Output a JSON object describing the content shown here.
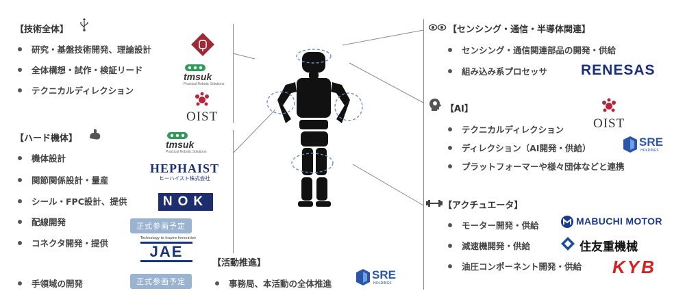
{
  "tech": {
    "heading": "【技術全体】",
    "icon": "usb-icon",
    "items": [
      "研究・基盤技術開発、理論設計",
      "全体構想・試作・検証リード",
      "テクニカルディレクション"
    ]
  },
  "hard": {
    "heading": "【ハード機体】",
    "icon": "arm-icon",
    "items": [
      "機体設計",
      "関節関係設計・量産",
      "シール・FPC設計、提供",
      "配線開発",
      "コネクタ開発・提供",
      "手領域の開発"
    ]
  },
  "badges": [
    "正式参画予定",
    "正式参画予定"
  ],
  "activity": {
    "heading": "【活動推進】",
    "items": [
      "事務局、本活動の全体推進"
    ]
  },
  "sensing": {
    "heading": "【センシング・通信・半導体関連】",
    "icon": "eyes-icon",
    "items": [
      "センシング・通信関連部品の開発・供給",
      "組み込み系プロセッサ"
    ]
  },
  "ai": {
    "heading": "【AI】",
    "icon": "brain-head-icon",
    "items": [
      "テクニカルディレクション",
      "ディレクション（AI開発・供給）",
      "プラットフォーマーや様々団体などと連携"
    ]
  },
  "actuator": {
    "heading": "【アクチュエータ】",
    "icon": "dumbbell-icon",
    "items": [
      "モーター開発・供給",
      "減速機開発・供給",
      "油圧コンポーネント開発・供給"
    ]
  },
  "logos": {
    "tmsuk": "tmsuk",
    "tmsuk_sub": "Practical Robotic Solutions",
    "oist": "OIST",
    "hephaist": "HEPHAIST",
    "hephaist_sub": "ヒーハイスト株式会社",
    "nok": "NOK",
    "jae_tag": "Technology to Inspire Innovation",
    "jae": "JAE",
    "sre": "SRE",
    "sre_sub": "HOLDINGS",
    "renesas": "RENESAS",
    "mabuchi": "MABUCHI MOTOR",
    "sumitomo": "住友重機械",
    "kyb": "KYB"
  },
  "colors": {
    "accent_blue": "#9ab3d0",
    "line_gray": "#8a8a8a",
    "renesas": "#1a2f7c",
    "mabuchi": "#1d3b8c",
    "sre": "#2a55a8",
    "kyb": "#d42020",
    "jae": "#15357a",
    "nok": "#1d2d6e"
  }
}
